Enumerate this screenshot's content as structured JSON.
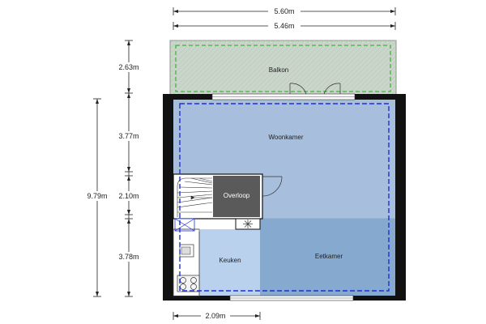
{
  "dimensions": {
    "total_width": "5.60m",
    "inner_width": "5.46m",
    "balcony_depth": "2.63m",
    "total_depth": "9.79m",
    "living_depth": "3.77m",
    "stair_depth": "2.10m",
    "dining_depth": "3.78m",
    "kitchen_width": "2.09m"
  },
  "rooms": {
    "balcony": "Balkon",
    "living": "Woonkamer",
    "landing": "Overloop",
    "kitchen": "Keuken",
    "dining": "Eetkamer"
  },
  "colors": {
    "wall": "#111111",
    "living_fill": "#a7bfdd",
    "dining_fill": "#86a9cf",
    "kitchen_fill": "#b9d1ec",
    "balcony_fill": "#c9d6c9",
    "landing_fill": "#5a5a5a",
    "blue_dash": "#1f2fd6",
    "green_dash": "#2fbf2f"
  },
  "icons": [
    "stair-icon",
    "door-swing-icon",
    "sink-icon",
    "stove-icon",
    "ceiling-light-icon",
    "window-icon"
  ]
}
